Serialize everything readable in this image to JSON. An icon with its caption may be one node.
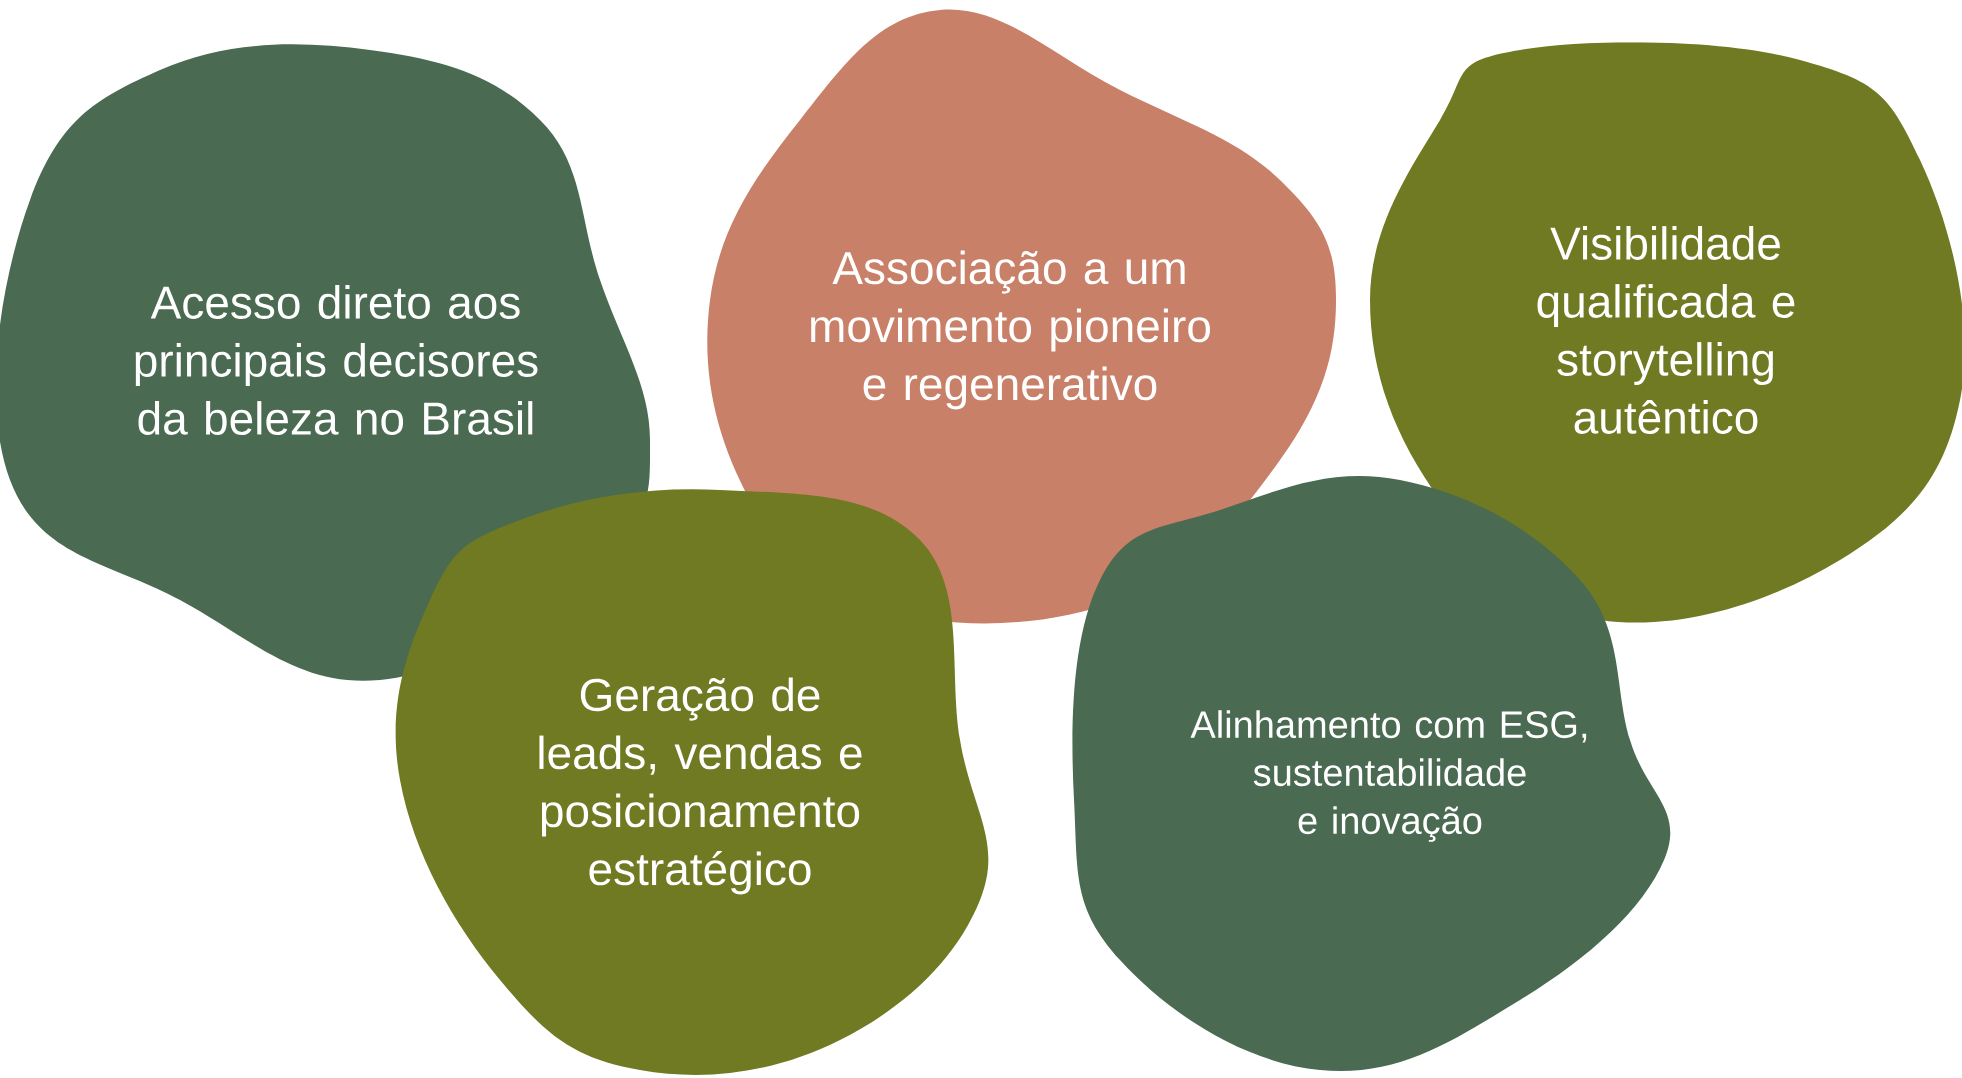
{
  "diagram": {
    "nodes": [
      {
        "text": [
          "Acesso direto aos principais decisores da beleza no Brasil"
        ]
      },
      {
        "text": [
          "Associação a um movimento pioneiro e regenerativo"
        ]
      },
      {
        "text": [
          "Visibilidade qualificada e storytelling autêntico"
        ]
      },
      {
        "text": [
          "Geração de leads, vendas e posicionamento estratégico"
        ]
      },
      {
        "text": [
          "Alinhamento com ESG, sustentabilidade e inovação"
        ]
      }
    ]
  }
}
